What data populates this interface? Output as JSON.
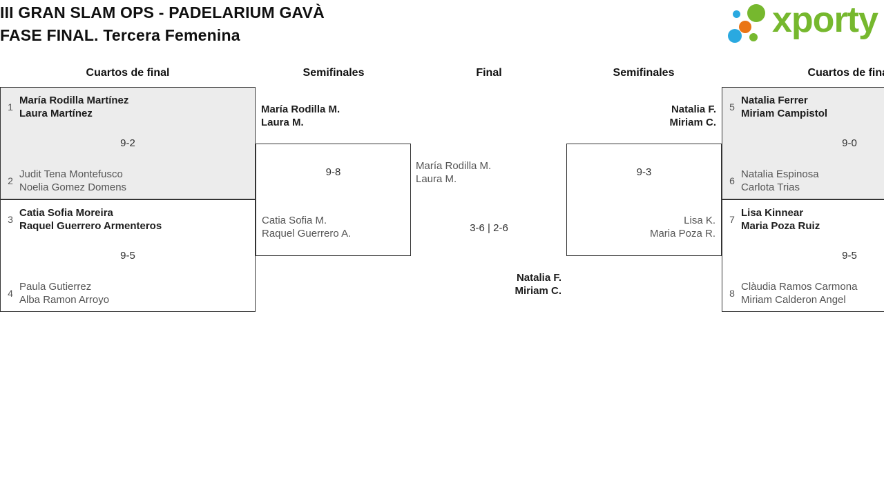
{
  "title": {
    "line1": "III GRAN SLAM OPS - PADELARIUM GAVÀ",
    "line2": "FASE FINAL. Tercera Femenina"
  },
  "logo": {
    "brand": "xporty"
  },
  "round_headers": {
    "qf_left": "Cuartos de final",
    "sf_left": "Semifinales",
    "final": "Final",
    "sf_right": "Semifinales",
    "qf_right": "Cuartos de final"
  },
  "colors": {
    "accent_green": "#76b82e",
    "accent_blue": "#2aa9e0",
    "accent_orange": "#ea7516",
    "box_fill_alt": "#ececec",
    "border": "#333333"
  },
  "bracket": {
    "qf_left_top": {
      "seed_top": "1",
      "team_top": [
        "María Rodilla Martínez",
        "Laura Martínez"
      ],
      "score": "9-2",
      "seed_bottom": "2",
      "team_bottom": [
        "Judit Tena Montefusco",
        "Noelia Gomez Domens"
      ]
    },
    "qf_left_bottom": {
      "seed_top": "3",
      "team_top": [
        "Catia Sofia Moreira",
        "Raquel Guerrero Armenteros"
      ],
      "score": "9-5",
      "seed_bottom": "4",
      "team_bottom": [
        "Paula Gutierrez",
        "Alba Ramon Arroyo"
      ]
    },
    "qf_right_top": {
      "seed_top": "5",
      "team_top": [
        "Natalia Ferrer",
        "Miriam Campistol"
      ],
      "score": "9-0",
      "seed_bottom": "6",
      "team_bottom": [
        "Natalia Espinosa",
        "Carlota Trias"
      ]
    },
    "qf_right_bottom": {
      "seed_top": "7",
      "team_top": [
        "Lisa Kinnear",
        "Maria Poza Ruiz"
      ],
      "score": "9-5",
      "seed_bottom": "8",
      "team_bottom": [
        "Clàudia Ramos Carmona",
        "Miriam Calderon Angel"
      ]
    },
    "sf_left": {
      "winner": [
        "María Rodilla M.",
        "Laura M."
      ],
      "score": "9-8",
      "loser": [
        "Catia Sofia M.",
        "Raquel Guerrero A."
      ]
    },
    "sf_right": {
      "winner": [
        "Natalia F.",
        "Miriam C."
      ],
      "score": "9-3",
      "loser": [
        "Lisa K.",
        "Maria Poza R."
      ]
    },
    "final": {
      "finalist_left": [
        "María Rodilla M.",
        "Laura M."
      ],
      "score": "3-6 | 2-6",
      "champion": [
        "Natalia F.",
        "Miriam C."
      ]
    }
  }
}
